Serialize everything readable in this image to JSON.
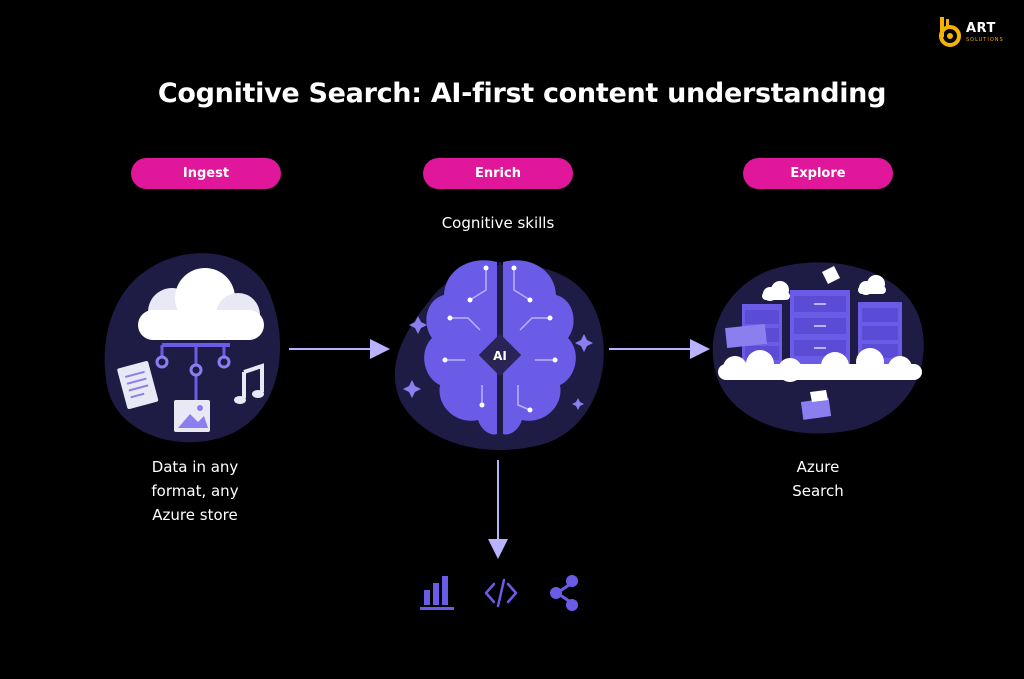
{
  "brand": {
    "name": "ART",
    "tagline": "SOLUTIONS"
  },
  "title": "Cognitive Search: AI-first content understanding",
  "stages": [
    {
      "label": "Ingest",
      "caption_lines": [
        "Data in any",
        "format, any",
        "Azure store"
      ]
    },
    {
      "label": "Enrich",
      "subtitle": "Cognitive skills",
      "badge": "AI"
    },
    {
      "label": "Explore",
      "caption_lines": [
        "Azure",
        "Search"
      ]
    }
  ],
  "output_icons": [
    "bar-chart-icon",
    "code-icon",
    "share-icon"
  ],
  "colors": {
    "background": "#000000",
    "pill": "#e0179b",
    "blob": "#1e1b45",
    "accent": "#6b5ce7",
    "accent_light": "#8b7ff0",
    "arrow": "#b8b3ff",
    "brand": "#f5b301"
  }
}
